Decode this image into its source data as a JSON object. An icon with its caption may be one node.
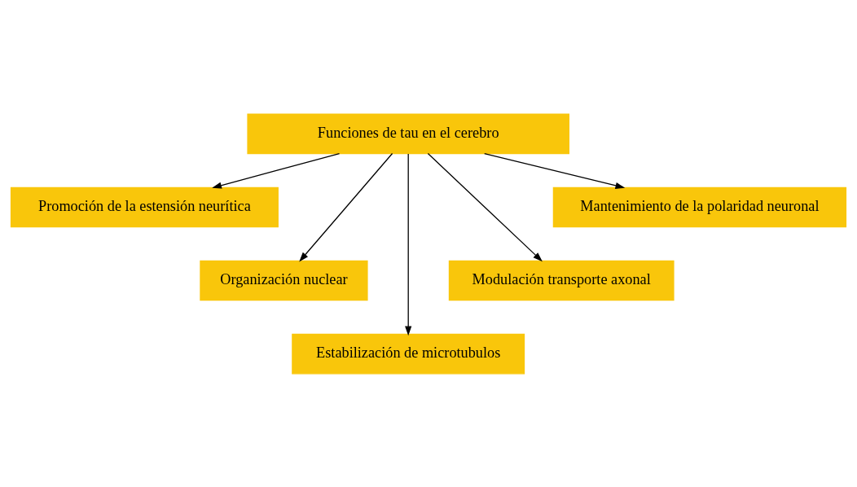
{
  "diagram": {
    "nodes": [
      {
        "text": [
          "Funciones de tau en el cerebro"
        ]
      },
      {
        "text": [
          "Promoción de la estensión neurítica"
        ]
      },
      {
        "text": [
          "Organización nuclear"
        ]
      },
      {
        "text": [
          "Estabilización de microtubulos"
        ]
      },
      {
        "text": [
          "Modulación transporte axonal"
        ]
      },
      {
        "text": [
          "Mantenimiento de la polaridad neuronal"
        ]
      }
    ],
    "edges": [
      {
        "from": 0,
        "to": 1,
        "arrow": "to"
      },
      {
        "from": 0,
        "to": 2,
        "arrow": "to"
      },
      {
        "from": 0,
        "to": 3,
        "arrow": "to"
      },
      {
        "from": 0,
        "to": 4,
        "arrow": "to"
      },
      {
        "from": 0,
        "to": 5,
        "arrow": "to"
      }
    ]
  }
}
